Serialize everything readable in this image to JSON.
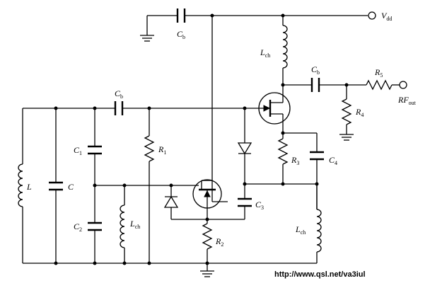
{
  "labels": {
    "vdd": {
      "main": "V",
      "sub": "dd"
    },
    "cb_top": {
      "main": "C",
      "sub": "b"
    },
    "lch_drain": {
      "main": "L",
      "sub": "ch"
    },
    "cb_out": {
      "main": "C",
      "sub": "b"
    },
    "r5": {
      "main": "R",
      "sub": "5"
    },
    "rf_out": {
      "main": "RF",
      "sub": "out"
    },
    "r4": {
      "main": "R",
      "sub": "4"
    },
    "cb_mid": {
      "main": "C",
      "sub": "b"
    },
    "c1": {
      "main": "C",
      "sub": "1"
    },
    "r1": {
      "main": "R",
      "sub": "1"
    },
    "r3": {
      "main": "R",
      "sub": "3"
    },
    "c4": {
      "main": "C",
      "sub": "4"
    },
    "l": {
      "main": "L"
    },
    "c": {
      "main": "C"
    },
    "c2": {
      "main": "C",
      "sub": "2"
    },
    "lch_left": {
      "main": "L",
      "sub": "ch"
    },
    "c3": {
      "main": "C",
      "sub": "3"
    },
    "r2": {
      "main": "R",
      "sub": "2"
    },
    "lch_right": {
      "main": "L",
      "sub": "ch"
    }
  },
  "footer": {
    "url": "http://www.qsl.net/va3iul"
  }
}
